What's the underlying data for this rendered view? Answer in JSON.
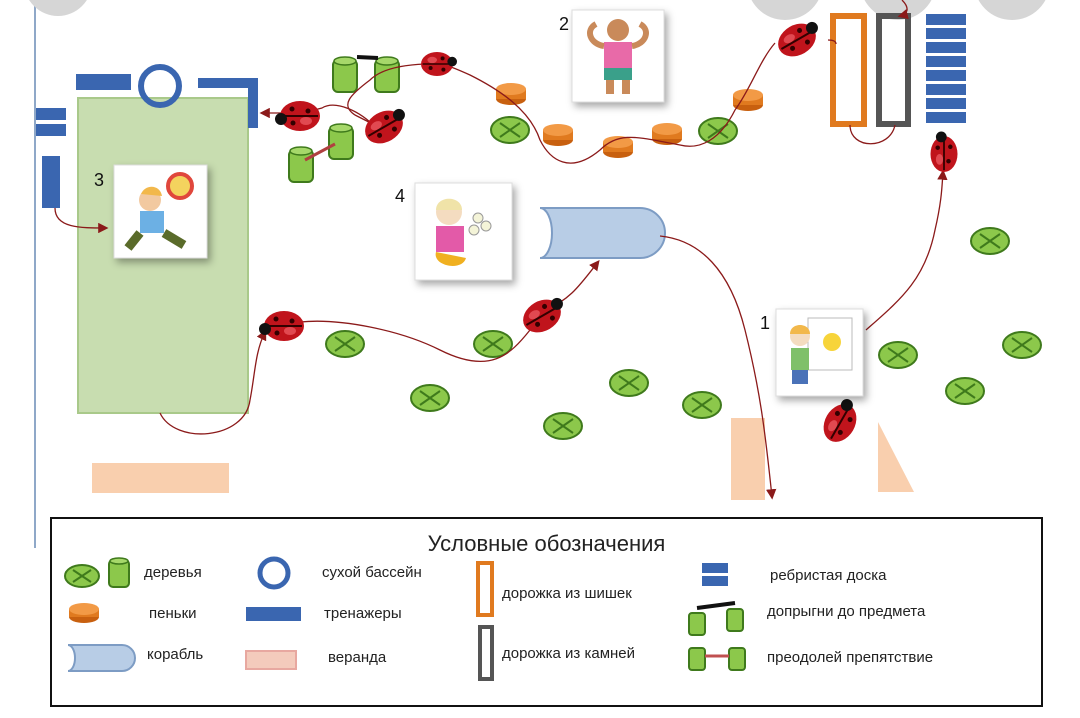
{
  "stations": [
    {
      "num": "1",
      "picture": "child drawing sun"
    },
    {
      "num": "2",
      "picture": "strong kid flexing"
    },
    {
      "num": "3",
      "picture": "boy with ball"
    },
    {
      "num": "4",
      "picture": "girl with flowers"
    }
  ],
  "legend": {
    "title": "Условные обозначения",
    "trees": "деревья",
    "stumps": "пеньки",
    "ship": "корабль",
    "dry_pool": "сухой бассейн",
    "trainers": "тренажеры",
    "veranda": "веранда",
    "cone_path": "дорожка из шишек",
    "stone_path": "дорожка из камней",
    "ribbed_board": "ребристая доска",
    "jump_to_object": "допрыгни до предмета",
    "overcome_obstacle": "преодолей препятствие"
  },
  "colors": {
    "tree_fill": "#8cc84b",
    "tree_stroke": "#3f7a1c",
    "stump": "#e07a1f",
    "ship": "#b8cde6",
    "veranda": "#f9cfae",
    "playground": "#c8ddb0",
    "blue": "#3a66b0",
    "ladybug": "#c0141c",
    "route": "#8b1a1a",
    "stone_path": "#555555"
  }
}
